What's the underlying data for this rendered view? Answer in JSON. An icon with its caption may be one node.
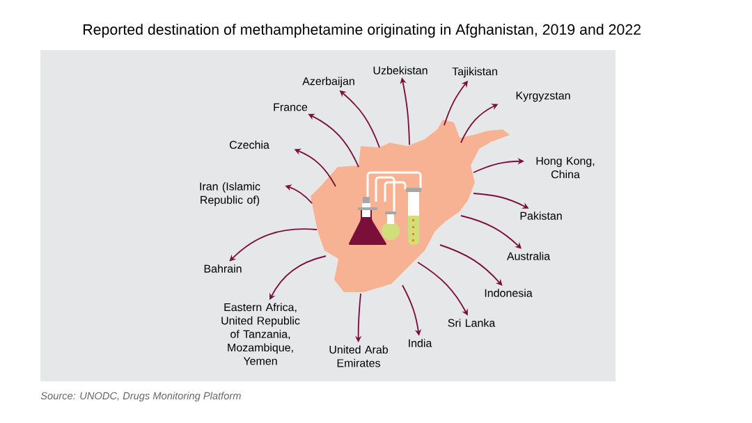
{
  "diagram": {
    "title": "Reported destination of methamphetamine originating in Afghanistan, 2019 and 2022",
    "caption": "Source: UNODC, Drugs Monitoring Platform",
    "nodes": [
      {
        "text": [],
        "shape": "picture"
      },
      {
        "text": [
          "Uzbekistan"
        ]
      },
      {
        "text": [
          "Tajikistan"
        ]
      },
      {
        "text": [
          "Azerbaijan"
        ]
      },
      {
        "text": [
          "Kyrgyzstan"
        ]
      },
      {
        "text": [
          "France"
        ]
      },
      {
        "text": [
          "Czechia"
        ]
      },
      {
        "text": [
          "Hong Kong, China"
        ]
      },
      {
        "text": [
          "Iran (Islamic Republic of)"
        ]
      },
      {
        "text": [
          "Pakistan"
        ]
      },
      {
        "text": [
          "Bahrain"
        ]
      },
      {
        "text": [
          "Australia"
        ]
      },
      {
        "text": [
          "Eastern Africa, United Republic of Tanzania, Mozambique, Yemen"
        ]
      },
      {
        "text": [
          "Indonesia"
        ]
      },
      {
        "text": [
          "United Arab Emirates"
        ]
      },
      {
        "text": [
          "Sri Lanka"
        ]
      },
      {
        "text": [
          "India"
        ]
      }
    ],
    "edges": [
      {
        "from": 0,
        "to": 1,
        "arrow": "to"
      },
      {
        "from": 0,
        "to": 2,
        "arrow": "to"
      },
      {
        "from": 0,
        "to": 3,
        "arrow": "to"
      },
      {
        "from": 0,
        "to": 4,
        "arrow": "to"
      },
      {
        "from": 0,
        "to": 5,
        "arrow": "to"
      },
      {
        "from": 0,
        "to": 6,
        "arrow": "to"
      },
      {
        "from": 0,
        "to": 7,
        "arrow": "to"
      },
      {
        "from": 0,
        "to": 8,
        "arrow": "to"
      },
      {
        "from": 0,
        "to": 9,
        "arrow": "to"
      },
      {
        "from": 0,
        "to": 10,
        "arrow": "to"
      },
      {
        "from": 0,
        "to": 11,
        "arrow": "to"
      },
      {
        "from": 0,
        "to": 12,
        "arrow": "to"
      },
      {
        "from": 0,
        "to": 13,
        "arrow": "to"
      },
      {
        "from": 0,
        "to": 14,
        "arrow": "to"
      },
      {
        "from": 0,
        "to": 15,
        "arrow": "to"
      },
      {
        "from": 0,
        "to": 16,
        "arrow": "to"
      }
    ]
  }
}
